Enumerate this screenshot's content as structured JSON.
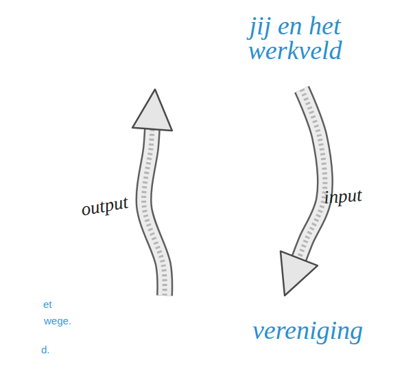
{
  "diagram": {
    "nodes": [
      {
        "text": [
          "jij en het werkveld"
        ]
      },
      {
        "text": [
          "vereniging"
        ]
      }
    ],
    "edges": [
      {
        "from": 0,
        "to": 1,
        "label": "input",
        "arrow": "to"
      },
      {
        "from": 1,
        "to": 0,
        "label": "output",
        "arrow": "to"
      }
    ],
    "labels": [
      "et",
      "wege.",
      "d."
    ]
  }
}
